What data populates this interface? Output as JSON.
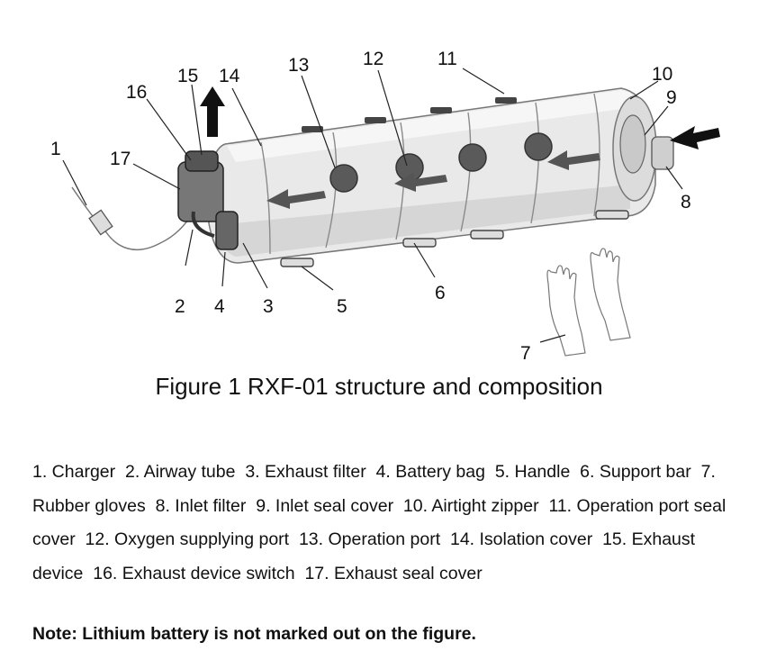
{
  "diagram": {
    "callouts": [
      "1",
      "2",
      "3",
      "4",
      "5",
      "6",
      "7",
      "8",
      "9",
      "10",
      "11",
      "12",
      "13",
      "14",
      "15",
      "16",
      "17"
    ]
  },
  "caption": "Figure 1 RXF-01 structure and composition",
  "legend": [
    "1. Charger",
    "2. Airway tube",
    "3. Exhaust filter",
    "4. Battery bag",
    "5. Handle",
    "6. Support bar",
    "7. Rubber gloves",
    "8. Inlet filter",
    "9. Inlet seal cover",
    "10. Airtight zipper",
    "11. Operation port seal cover",
    "12. Oxygen supplying port",
    "13. Operation port",
    "14. Isolation cover",
    "15. Exhaust device",
    "16. Exhaust device switch",
    "17. Exhaust seal cover"
  ],
  "note": "Note: Lithium battery is not marked out on the figure."
}
